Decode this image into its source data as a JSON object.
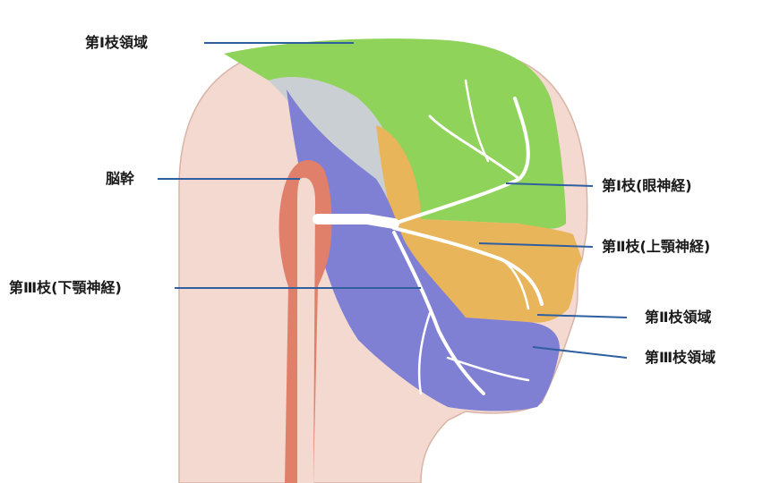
{
  "labels": {
    "v1_region": "第Ⅰ枝領域",
    "brainstem": "脳幹",
    "v3_nerve": "第Ⅲ枝(下顎神経)",
    "v1_nerve": "第Ⅰ枝(眼神経)",
    "v2_nerve": "第Ⅱ枝(上顎神経)",
    "v2_region": "第Ⅱ枝領域",
    "v3_region": "第Ⅲ枝領域"
  },
  "colors": {
    "skin": "#f3d9cf",
    "v1_region": "#8fd35a",
    "v2_region": "#e8b55a",
    "v3_region": "#7f7fd4",
    "scalp_gray": "#c9cfd3",
    "brainstem": "#e0806a",
    "nerve": "#ffffff",
    "leader_line": "#2f5f9f"
  }
}
